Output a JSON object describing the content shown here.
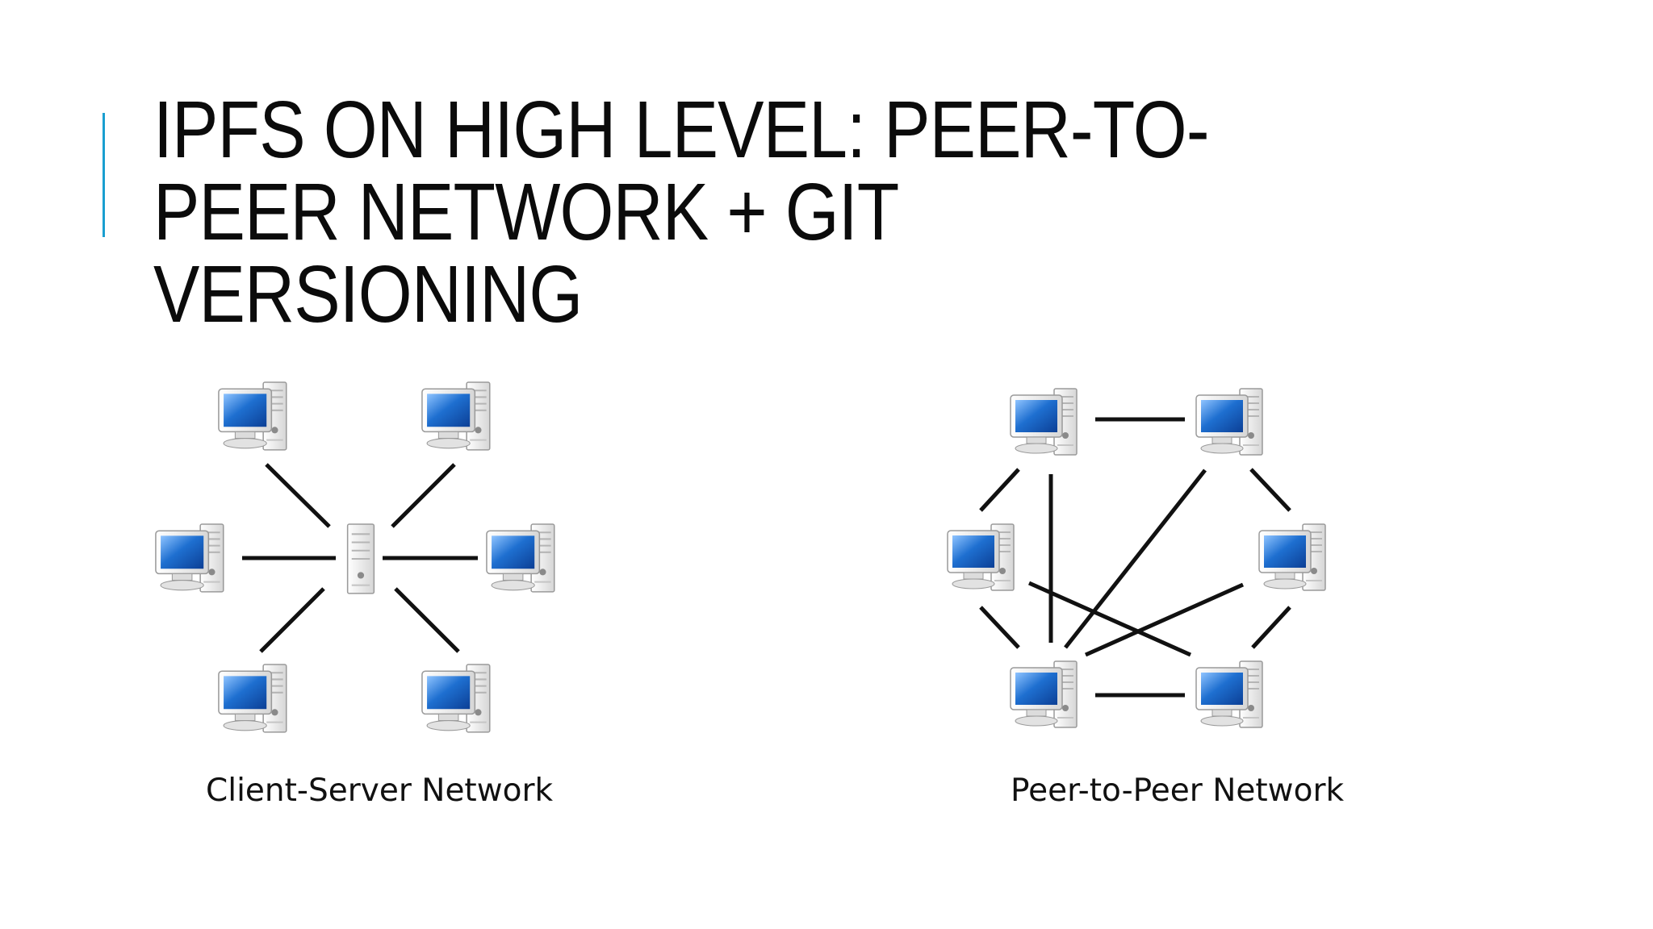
{
  "slide": {
    "title": "IPFS ON HIGH LEVEL: PEER-TO-PEER NETWORK + GIT VERSIONING",
    "accent_color": "#1a9fd0"
  },
  "client_server": {
    "caption": "Client-Server Network",
    "nodes": [
      {
        "id": "server",
        "kind": "server"
      },
      {
        "id": "client-top-left",
        "kind": "computer"
      },
      {
        "id": "client-top-right",
        "kind": "computer"
      },
      {
        "id": "client-left",
        "kind": "computer"
      },
      {
        "id": "client-right",
        "kind": "computer"
      },
      {
        "id": "client-bottom-left",
        "kind": "computer"
      },
      {
        "id": "client-bottom-right",
        "kind": "computer"
      }
    ],
    "edges": [
      [
        "server",
        "client-top-left"
      ],
      [
        "server",
        "client-top-right"
      ],
      [
        "server",
        "client-left"
      ],
      [
        "server",
        "client-right"
      ],
      [
        "server",
        "client-bottom-left"
      ],
      [
        "server",
        "client-bottom-right"
      ]
    ]
  },
  "peer_to_peer": {
    "caption": "Peer-to-Peer Network",
    "nodes": [
      {
        "id": "peer-top-left",
        "kind": "computer"
      },
      {
        "id": "peer-top-right",
        "kind": "computer"
      },
      {
        "id": "peer-left",
        "kind": "computer"
      },
      {
        "id": "peer-right",
        "kind": "computer"
      },
      {
        "id": "peer-bottom-left",
        "kind": "computer"
      },
      {
        "id": "peer-bottom-right",
        "kind": "computer"
      }
    ],
    "edges": [
      [
        "peer-top-left",
        "peer-top-right"
      ],
      [
        "peer-top-left",
        "peer-left"
      ],
      [
        "peer-top-left",
        "peer-bottom-left"
      ],
      [
        "peer-top-right",
        "peer-right"
      ],
      [
        "peer-top-right",
        "peer-bottom-left"
      ],
      [
        "peer-left",
        "peer-bottom-left"
      ],
      [
        "peer-left",
        "peer-bottom-right"
      ],
      [
        "peer-right",
        "peer-bottom-left"
      ],
      [
        "peer-right",
        "peer-bottom-right"
      ],
      [
        "peer-bottom-left",
        "peer-bottom-right"
      ]
    ]
  },
  "icon_colors": {
    "screen": "#1e6fd0",
    "screen_highlight": "#8fc4ff",
    "case": "#eeeeee",
    "case_edge": "#9a9a9a",
    "line": "#111111"
  }
}
